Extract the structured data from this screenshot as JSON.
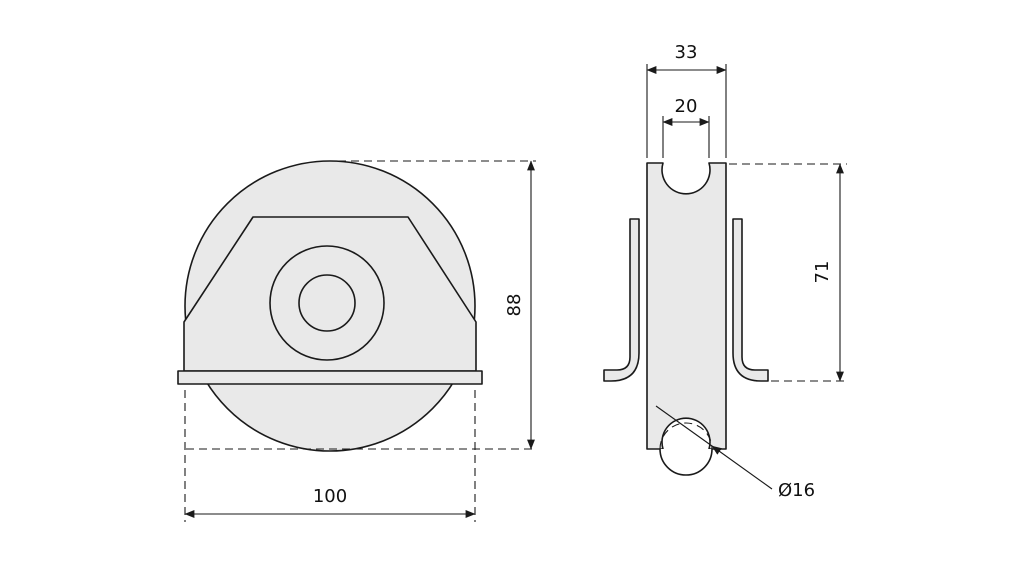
{
  "drawing": {
    "kind": "technical-drawing",
    "subject": "grooved wheel (pulley) with welded support bracket, front view and side section view",
    "colors": {
      "line": "#1a1a1a",
      "fill": "#e9e9e9",
      "background": "#ffffff"
    },
    "dims": {
      "front": {
        "height": "88",
        "width": "100"
      },
      "side": {
        "outer_width": "33",
        "groove_width": "20",
        "height": "71",
        "bar_diameter": "Ø16"
      }
    }
  }
}
